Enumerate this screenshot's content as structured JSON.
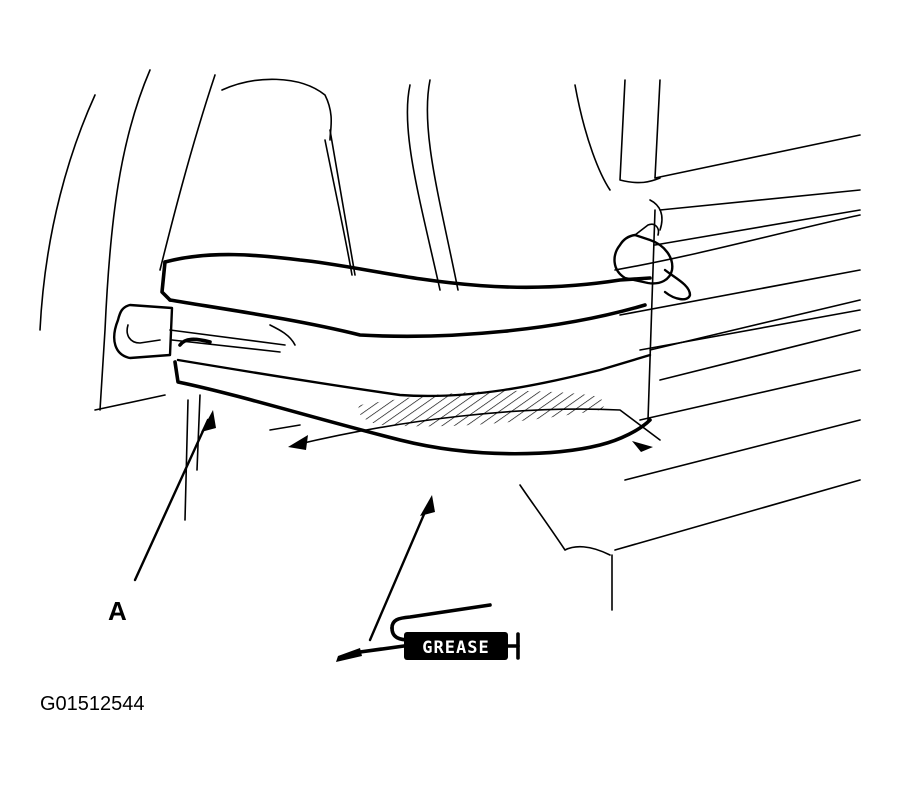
{
  "diagram": {
    "callout_label": "A",
    "grease_label": "GREASE",
    "figure_id": "G01512544"
  },
  "colors": {
    "ink": "#000000",
    "background": "#ffffff"
  }
}
